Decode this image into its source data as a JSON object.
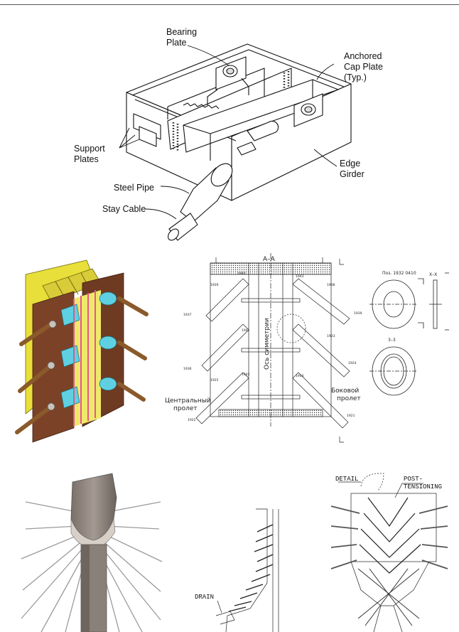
{
  "top_figure": {
    "labels": {
      "bearing_plate": [
        "Bearing",
        "Plate"
      ],
      "anchored_cap_plate": [
        "Anchored",
        "Cap Plate",
        "(Typ.)"
      ],
      "support_plates": [
        "Support",
        "Plates"
      ],
      "edge_girder": [
        "Edge",
        "Girder"
      ],
      "steel_pipe": "Steel Pipe",
      "stay_cable": "Stay Cable"
    }
  },
  "middle_figure": {
    "section_title": "А–А",
    "detail_title": "Поз. 1932 0410",
    "view_xx": "Х–Х",
    "view_33": "3–3",
    "center_span": [
      "Центральный",
      "пролет"
    ],
    "side_span": [
      "Боковой",
      "пролет"
    ],
    "axis_label": "Ось симметрии",
    "marks_left": [
      "1937",
      "1936",
      "1926",
      "1925",
      "1922"
    ],
    "marks_right": [
      "1939",
      "1938",
      "1924",
      "1923",
      "1921"
    ],
    "marks_inner": [
      "1940",
      "1941",
      "1942",
      "1943",
      "1944"
    ]
  },
  "bottom_figure": {
    "drain": "DRAIN",
    "detail": "DETAIL",
    "post_tensioning": [
      "POST-",
      "TENSIONING"
    ]
  }
}
